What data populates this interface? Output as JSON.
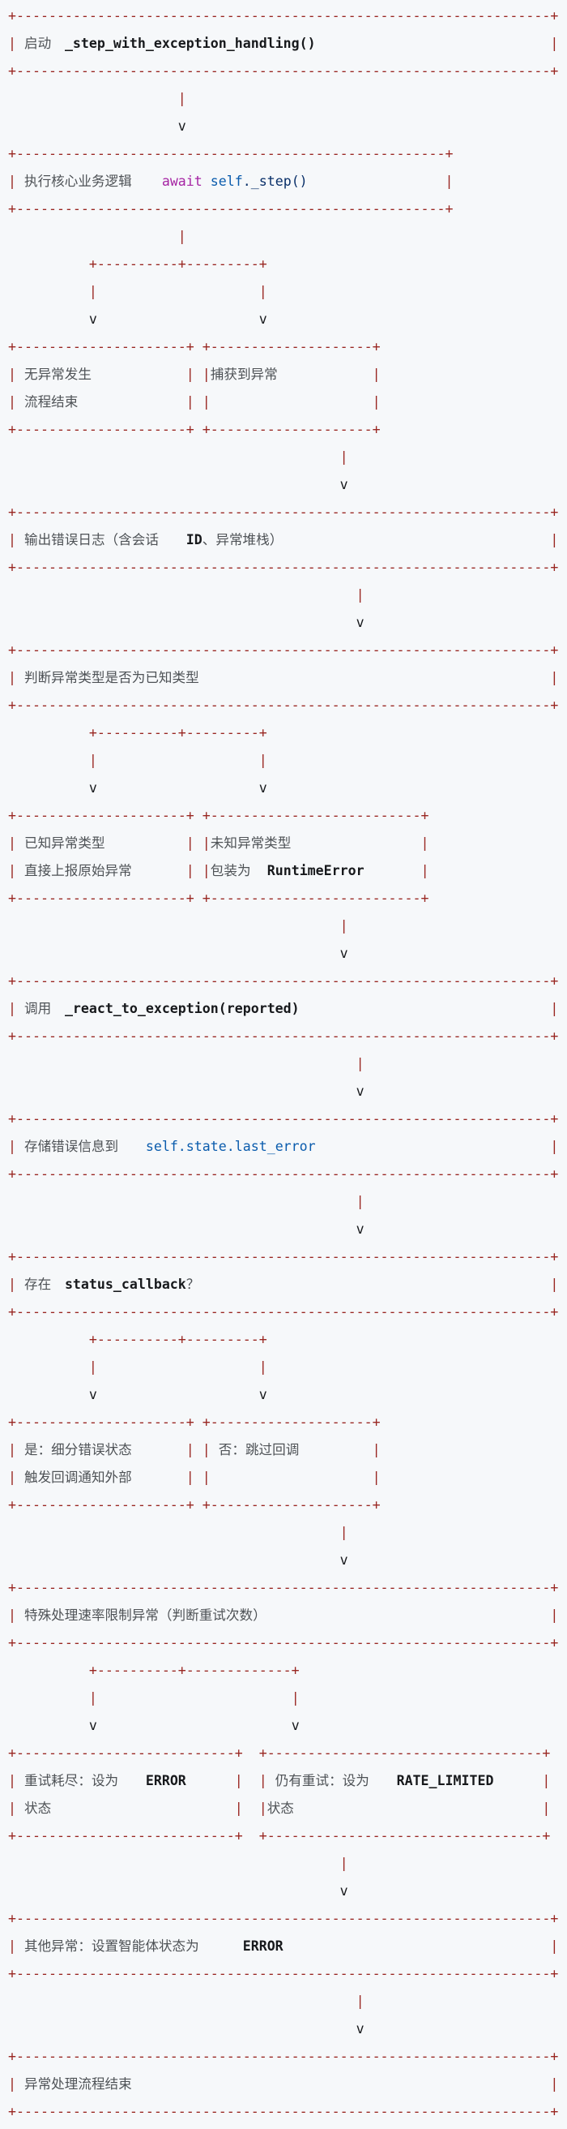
{
  "colors": {
    "background": "#f6f8fa",
    "border": "#992621",
    "text": "#4e5256",
    "code": "#17191c",
    "keyword": "#a626a4",
    "blue": "#0b5cad",
    "navy": "#0a3069",
    "arrow": "#17191c"
  },
  "flowchart": {
    "lines": [
      [
        [
          "B",
          68
        ]
      ],
      [
        [
          "R",
          "| "
        ],
        [
          "C",
          "启动",
          4
        ],
        [
          "S",
          1
        ],
        [
          "K",
          "_step_with_exception_handling()"
        ],
        [
          "S",
          29
        ],
        [
          "R",
          "|"
        ]
      ],
      [
        [
          "B",
          68
        ]
      ],
      [
        [
          "S",
          21
        ],
        [
          "R",
          "|"
        ]
      ],
      [
        [
          "S",
          21
        ],
        [
          "V",
          "v"
        ]
      ],
      [
        [
          "B",
          55
        ]
      ],
      [
        [
          "R",
          "| "
        ],
        [
          "C",
          "执行核心业务逻辑",
          16
        ],
        [
          "S",
          1
        ],
        [
          "W",
          "await"
        ],
        [
          "S",
          1
        ],
        [
          "L",
          "self"
        ],
        [
          "N",
          "._step()"
        ],
        [
          "S",
          17
        ],
        [
          "R",
          "|"
        ]
      ],
      [
        [
          "B",
          55
        ]
      ],
      [
        [
          "S",
          21
        ],
        [
          "R",
          "|"
        ]
      ],
      [
        [
          "S",
          10
        ],
        [
          "R",
          "+----------+---------+"
        ]
      ],
      [
        [
          "S",
          10
        ],
        [
          "R",
          "|"
        ],
        [
          "S",
          20
        ],
        [
          "R",
          "|"
        ]
      ],
      [
        [
          "S",
          10
        ],
        [
          "V",
          "v"
        ],
        [
          "S",
          20
        ],
        [
          "V",
          "v"
        ]
      ],
      [
        [
          "B",
          23
        ],
        [
          "S",
          1
        ],
        [
          "B",
          22
        ]
      ],
      [
        [
          "R",
          "| "
        ],
        [
          "C",
          "无异常发生",
          10
        ],
        [
          "S",
          10
        ],
        [
          "R",
          "|"
        ],
        [
          "S",
          1
        ],
        [
          "R",
          "|"
        ],
        [
          "C",
          "捕获到异常",
          10
        ],
        [
          "S",
          10
        ],
        [
          "R",
          "|"
        ]
      ],
      [
        [
          "R",
          "| "
        ],
        [
          "C",
          "流程结束",
          8
        ],
        [
          "S",
          12
        ],
        [
          "R",
          "|"
        ],
        [
          "S",
          1
        ],
        [
          "R",
          "|"
        ],
        [
          "S",
          20
        ],
        [
          "R",
          "|"
        ]
      ],
      [
        [
          "B",
          23
        ],
        [
          "S",
          1
        ],
        [
          "B",
          22
        ]
      ],
      [
        [
          "S",
          41
        ],
        [
          "R",
          "|"
        ]
      ],
      [
        [
          "S",
          41
        ],
        [
          "V",
          "v"
        ]
      ],
      [
        [
          "B",
          68
        ]
      ],
      [
        [
          "R",
          "| "
        ],
        [
          "C",
          "输出错误日志（含会话",
          20
        ],
        [
          "K",
          "ID"
        ],
        [
          "C",
          "、异常堆栈）",
          12
        ],
        [
          "S",
          31
        ],
        [
          "R",
          "|"
        ]
      ],
      [
        [
          "B",
          68
        ]
      ],
      [
        [
          "S",
          43
        ],
        [
          "R",
          "|"
        ]
      ],
      [
        [
          "S",
          43
        ],
        [
          "V",
          "v"
        ]
      ],
      [
        [
          "B",
          68
        ]
      ],
      [
        [
          "R",
          "| "
        ],
        [
          "C",
          "判断异常类型是否为已知类型",
          26
        ],
        [
          "S",
          39
        ],
        [
          "R",
          "|"
        ]
      ],
      [
        [
          "B",
          68
        ]
      ],
      [
        [
          "S",
          10
        ],
        [
          "R",
          "+----------+---------+"
        ]
      ],
      [
        [
          "S",
          10
        ],
        [
          "R",
          "|"
        ],
        [
          "S",
          20
        ],
        [
          "R",
          "|"
        ]
      ],
      [
        [
          "S",
          10
        ],
        [
          "V",
          "v"
        ],
        [
          "S",
          20
        ],
        [
          "V",
          "v"
        ]
      ],
      [
        [
          "B",
          23
        ],
        [
          "S",
          1
        ],
        [
          "B",
          28
        ]
      ],
      [
        [
          "R",
          "| "
        ],
        [
          "C",
          "已知异常类型",
          12
        ],
        [
          "S",
          8
        ],
        [
          "R",
          "|"
        ],
        [
          "S",
          1
        ],
        [
          "R",
          "|"
        ],
        [
          "C",
          "未知异常类型",
          12
        ],
        [
          "S",
          14
        ],
        [
          "R",
          "|"
        ]
      ],
      [
        [
          "R",
          "| "
        ],
        [
          "C",
          "直接上报原始异常",
          16
        ],
        [
          "S",
          4
        ],
        [
          "R",
          "|"
        ],
        [
          "S",
          1
        ],
        [
          "R",
          "|"
        ],
        [
          "C",
          "包装为",
          6
        ],
        [
          "S",
          1
        ],
        [
          "K",
          "RuntimeError"
        ],
        [
          "S",
          7
        ],
        [
          "R",
          "|"
        ]
      ],
      [
        [
          "B",
          23
        ],
        [
          "S",
          1
        ],
        [
          "B",
          28
        ]
      ],
      [
        [
          "S",
          41
        ],
        [
          "R",
          "|"
        ]
      ],
      [
        [
          "S",
          41
        ],
        [
          "V",
          "v"
        ]
      ],
      [
        [
          "B",
          68
        ]
      ],
      [
        [
          "R",
          "| "
        ],
        [
          "C",
          "调用",
          4
        ],
        [
          "S",
          1
        ],
        [
          "K",
          "_react_to_exception(reported)"
        ],
        [
          "S",
          31
        ],
        [
          "R",
          "|"
        ]
      ],
      [
        [
          "B",
          68
        ]
      ],
      [
        [
          "S",
          43
        ],
        [
          "R",
          "|"
        ]
      ],
      [
        [
          "S",
          43
        ],
        [
          "V",
          "v"
        ]
      ],
      [
        [
          "B",
          68
        ]
      ],
      [
        [
          "R",
          "| "
        ],
        [
          "C",
          "存储错误信息到",
          14
        ],
        [
          "S",
          1
        ],
        [
          "L",
          "self.state.last_error"
        ],
        [
          "S",
          29
        ],
        [
          "R",
          "|"
        ]
      ],
      [
        [
          "B",
          68
        ]
      ],
      [
        [
          "S",
          43
        ],
        [
          "R",
          "|"
        ]
      ],
      [
        [
          "S",
          43
        ],
        [
          "V",
          "v"
        ]
      ],
      [
        [
          "B",
          68
        ]
      ],
      [
        [
          "R",
          "| "
        ],
        [
          "C",
          "存在",
          4
        ],
        [
          "S",
          1
        ],
        [
          "K",
          "status_callback"
        ],
        [
          "C",
          "？",
          2
        ],
        [
          "S",
          43
        ],
        [
          "R",
          "|"
        ]
      ],
      [
        [
          "B",
          68
        ]
      ],
      [
        [
          "S",
          10
        ],
        [
          "R",
          "+----------+---------+"
        ]
      ],
      [
        [
          "S",
          10
        ],
        [
          "R",
          "|"
        ],
        [
          "S",
          20
        ],
        [
          "R",
          "|"
        ]
      ],
      [
        [
          "S",
          10
        ],
        [
          "V",
          "v"
        ],
        [
          "S",
          20
        ],
        [
          "V",
          "v"
        ]
      ],
      [
        [
          "B",
          23
        ],
        [
          "S",
          1
        ],
        [
          "B",
          22
        ]
      ],
      [
        [
          "R",
          "| "
        ],
        [
          "C",
          "是：细分错误状态",
          16
        ],
        [
          "S",
          4
        ],
        [
          "R",
          "|"
        ],
        [
          "S",
          1
        ],
        [
          "R",
          "| "
        ],
        [
          "C",
          "否：跳过回调",
          12
        ],
        [
          "S",
          7
        ],
        [
          "R",
          "|"
        ]
      ],
      [
        [
          "R",
          "| "
        ],
        [
          "C",
          "触发回调通知外部",
          16
        ],
        [
          "S",
          4
        ],
        [
          "R",
          "|"
        ],
        [
          "S",
          1
        ],
        [
          "R",
          "|"
        ],
        [
          "S",
          20
        ],
        [
          "R",
          "|"
        ]
      ],
      [
        [
          "B",
          23
        ],
        [
          "S",
          1
        ],
        [
          "B",
          22
        ]
      ],
      [
        [
          "S",
          41
        ],
        [
          "R",
          "|"
        ]
      ],
      [
        [
          "S",
          41
        ],
        [
          "V",
          "v"
        ]
      ],
      [
        [
          "B",
          68
        ]
      ],
      [
        [
          "R",
          "| "
        ],
        [
          "C",
          "特殊处理速率限制异常（判断重试次数）",
          36
        ],
        [
          "S",
          29
        ],
        [
          "R",
          "|"
        ]
      ],
      [
        [
          "B",
          68
        ]
      ],
      [
        [
          "S",
          10
        ],
        [
          "R",
          "+----------+-------------+"
        ]
      ],
      [
        [
          "S",
          10
        ],
        [
          "R",
          "|"
        ],
        [
          "S",
          24
        ],
        [
          "R",
          "|"
        ]
      ],
      [
        [
          "S",
          10
        ],
        [
          "V",
          "v"
        ],
        [
          "S",
          24
        ],
        [
          "V",
          "v"
        ]
      ],
      [
        [
          "B",
          29
        ],
        [
          "S",
          2
        ],
        [
          "B",
          36
        ]
      ],
      [
        [
          "R",
          "| "
        ],
        [
          "C",
          "重试耗尽：设为",
          14
        ],
        [
          "S",
          1
        ],
        [
          "K",
          "ERROR"
        ],
        [
          "S",
          6
        ],
        [
          "R",
          "|"
        ],
        [
          "S",
          2
        ],
        [
          "R",
          "| "
        ],
        [
          "C",
          "仍有重试：设为",
          14
        ],
        [
          "S",
          1
        ],
        [
          "K",
          "RATE_LIMITED"
        ],
        [
          "S",
          6
        ],
        [
          "R",
          "|"
        ]
      ],
      [
        [
          "R",
          "| "
        ],
        [
          "C",
          "状态",
          4
        ],
        [
          "S",
          22
        ],
        [
          "R",
          "|"
        ],
        [
          "S",
          2
        ],
        [
          "R",
          "|"
        ],
        [
          "C",
          "状态",
          4
        ],
        [
          "S",
          30
        ],
        [
          "R",
          "|"
        ]
      ],
      [
        [
          "B",
          29
        ],
        [
          "S",
          2
        ],
        [
          "B",
          36
        ]
      ],
      [
        [
          "S",
          41
        ],
        [
          "R",
          "|"
        ]
      ],
      [
        [
          "S",
          41
        ],
        [
          "V",
          "v"
        ]
      ],
      [
        [
          "B",
          68
        ]
      ],
      [
        [
          "R",
          "| "
        ],
        [
          "C",
          "其他异常：设置智能体状态为",
          26
        ],
        [
          "S",
          1
        ],
        [
          "K",
          "ERROR"
        ],
        [
          "S",
          33
        ],
        [
          "R",
          "|"
        ]
      ],
      [
        [
          "B",
          68
        ]
      ],
      [
        [
          "S",
          43
        ],
        [
          "R",
          "|"
        ]
      ],
      [
        [
          "S",
          43
        ],
        [
          "V",
          "v"
        ]
      ],
      [
        [
          "B",
          68
        ]
      ],
      [
        [
          "R",
          "| "
        ],
        [
          "C",
          "异常处理流程结束",
          16
        ],
        [
          "S",
          49
        ],
        [
          "R",
          "|"
        ]
      ],
      [
        [
          "B",
          68
        ]
      ]
    ]
  }
}
